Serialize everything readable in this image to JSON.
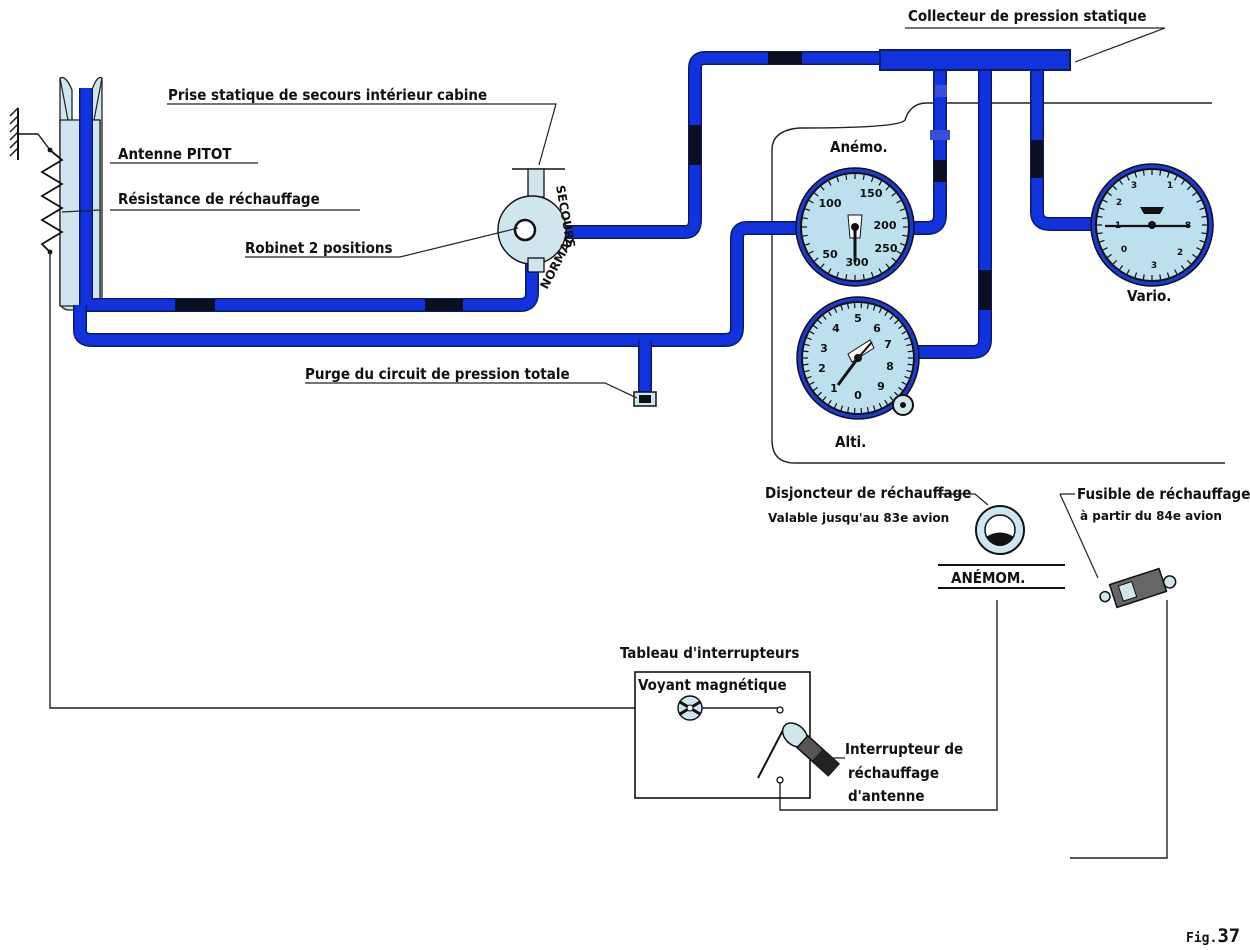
{
  "labels": {
    "collecteur": "Collecteur de pression statique",
    "prise_statique": "Prise statique de secours intérieur cabine",
    "antenne": "Antenne PITOT",
    "resistance": "Résistance de réchauffage",
    "robinet": "Robinet 2 positions",
    "purge": "Purge du circuit de pression totale",
    "anemo": "Anémo.",
    "alti": "Alti.",
    "vario": "Vario.",
    "disjoncteur_line1": "Disjoncteur de réchauffage",
    "disjoncteur_line2": "Valable jusqu'au 83e avion",
    "anemom_plate": "ANÉMOM.",
    "fusible_line1": "Fusible de réchauffage",
    "fusible_line2": "à partir du 84e avion",
    "tableau": "Tableau d'interrupteurs",
    "voyant": "Voyant magnétique",
    "interrupteur_line1": "Interrupteur de",
    "interrupteur_line2": "réchauffage",
    "interrupteur_line3": "d'antenne",
    "secours": "SECOURS",
    "normal": "NORMAL",
    "fig_prefix": "Fig.",
    "fig_number": "37"
  },
  "dials": {
    "anemo": [
      "100",
      "150",
      "200",
      "250",
      "50",
      "300"
    ],
    "alti": [
      "5",
      "6",
      "4",
      "7",
      "3",
      "8",
      "2",
      "9",
      "1",
      "0"
    ],
    "vario": [
      "3",
      "2",
      "1",
      "0",
      "1",
      "8",
      "2",
      "3"
    ]
  },
  "colors": {
    "tube": "#1133dd",
    "tube_dark": "#0a1a70",
    "dial_face": "#bde0ee",
    "antenna_fill": "#cfe6ee"
  }
}
